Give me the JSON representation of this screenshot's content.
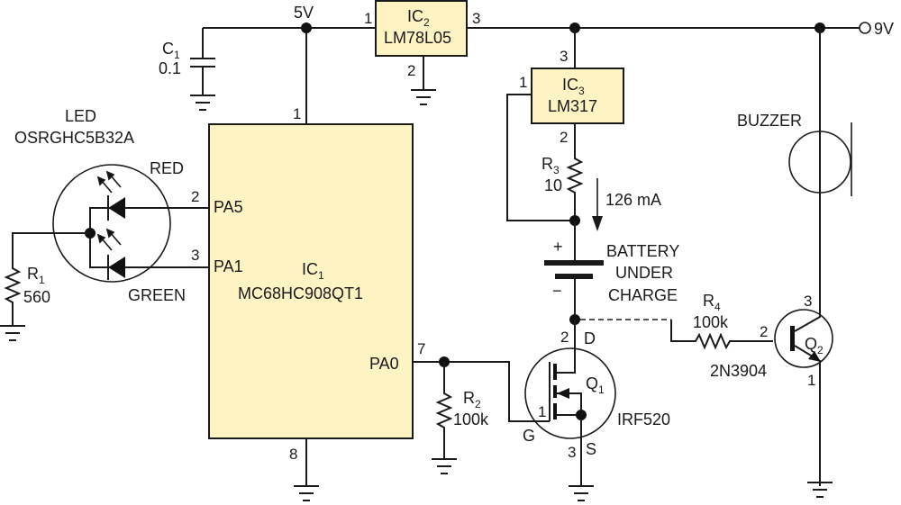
{
  "rails": {
    "v5_label": "5V",
    "v9_label": "9V"
  },
  "c1": {
    "name": "C",
    "sub": "1",
    "value": "0.1"
  },
  "ic2": {
    "name": "IC",
    "sub": "2",
    "part": "LM78L05",
    "pin_in": "1",
    "pin_out": "3",
    "pin_gnd": "2"
  },
  "ic3": {
    "name": "IC",
    "sub": "3",
    "part": "LM317",
    "pin_in": "3",
    "pin_adj": "1",
    "pin_out": "2"
  },
  "ic1": {
    "name": "IC",
    "sub": "1",
    "part": "MC68HC908QT1",
    "pin_vdd": "1",
    "pin_vss": "8",
    "pa5_label": "PA5",
    "pa5_pin": "2",
    "pa1_label": "PA1",
    "pa1_pin": "3",
    "pa0_label": "PA0",
    "pa0_pin": "7"
  },
  "led": {
    "title": "LED",
    "part": "OSRGHC5B32A",
    "red_label": "RED",
    "green_label": "GREEN"
  },
  "r1": {
    "name": "R",
    "sub": "1",
    "value": "560"
  },
  "r2": {
    "name": "R",
    "sub": "2",
    "value": "100k"
  },
  "r3": {
    "name": "R",
    "sub": "3",
    "value": "10"
  },
  "r4": {
    "name": "R",
    "sub": "4",
    "value": "100k"
  },
  "current": {
    "label": "126 mA"
  },
  "battery": {
    "plus": "+",
    "minus": "−",
    "line1": "BATTERY",
    "line2": "UNDER",
    "line3": "CHARGE"
  },
  "q1": {
    "name": "Q",
    "sub": "1",
    "part": "IRF520",
    "pin_d": "2",
    "lbl_d": "D",
    "pin_g": "1",
    "lbl_g": "G",
    "pin_s": "3",
    "lbl_s": "S"
  },
  "q2": {
    "name": "Q",
    "sub": "2",
    "part": "2N3904",
    "pin_c": "3",
    "pin_b": "2",
    "pin_e": "1"
  },
  "buzzer": {
    "label": "BUZZER"
  }
}
